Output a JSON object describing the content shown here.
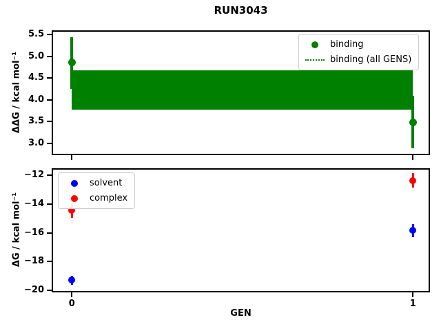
{
  "figure": {
    "title": "RUN3043",
    "xlabel": "GEN",
    "background": "#ffffff",
    "foreground": "#000000"
  },
  "chart_data": [
    {
      "type": "scatter",
      "position": "top",
      "ylabel": "ΔΔG / kcal mol⁻¹",
      "ylim": [
        2.76,
        5.57
      ],
      "xlim": [
        -0.055,
        1.046
      ],
      "yticks": [
        5.5,
        5.0,
        4.5,
        4.0,
        3.5,
        3.0
      ],
      "ytick_labels": [
        "5.5",
        "5.0",
        "4.5",
        "4.0",
        "3.5",
        "3.0"
      ],
      "xticks": [
        0,
        1
      ],
      "xtick_labels": null,
      "grid": false,
      "series": [
        {
          "name": "binding",
          "color": "#008000",
          "marker": "circle",
          "x": [
            0,
            1
          ],
          "y": [
            4.86,
            3.49
          ],
          "yerr_lo": [
            0.61,
            0.6
          ],
          "yerr_hi": [
            0.58,
            0.6
          ]
        }
      ],
      "band": {
        "name": "binding (all GENS)",
        "color": "#008000",
        "x": [
          0,
          1
        ],
        "ylo": 3.78,
        "yhi": 4.68,
        "edge_style": "dotted"
      },
      "legend": {
        "position": "upper-right",
        "items": [
          {
            "label": "binding",
            "marker": "circle",
            "color": "#008000"
          },
          {
            "label": "binding (all GENS)",
            "marker": "dotted-line",
            "color": "#008000"
          }
        ]
      }
    },
    {
      "type": "scatter",
      "position": "bottom",
      "ylabel": "ΔG / kcal mol⁻¹",
      "ylim": [
        -20.03,
        -11.6
      ],
      "xlim": [
        -0.055,
        1.046
      ],
      "yticks": [
        -12,
        -14,
        -16,
        -18,
        -20
      ],
      "ytick_labels": [
        "−12",
        "−14",
        "−16",
        "−18",
        "−20"
      ],
      "xticks": [
        0,
        1
      ],
      "xtick_labels": [
        "0",
        "1"
      ],
      "grid": false,
      "series": [
        {
          "name": "solvent",
          "color": "#0000ff",
          "marker": "circle",
          "x": [
            0,
            1
          ],
          "y": [
            -19.3,
            -15.85
          ],
          "yerr_lo": [
            0.3,
            0.45
          ],
          "yerr_hi": [
            0.3,
            0.45
          ]
        },
        {
          "name": "complex",
          "color": "#ff0000",
          "marker": "circle",
          "x": [
            0,
            1
          ],
          "y": [
            -14.45,
            -12.35
          ],
          "yerr_lo": [
            0.5,
            0.5
          ],
          "yerr_hi": [
            0.5,
            0.5
          ]
        }
      ],
      "legend": {
        "position": "upper-left",
        "items": [
          {
            "label": "solvent",
            "marker": "circle",
            "color": "#0000ff"
          },
          {
            "label": "complex",
            "marker": "circle",
            "color": "#ff0000"
          }
        ]
      }
    }
  ]
}
